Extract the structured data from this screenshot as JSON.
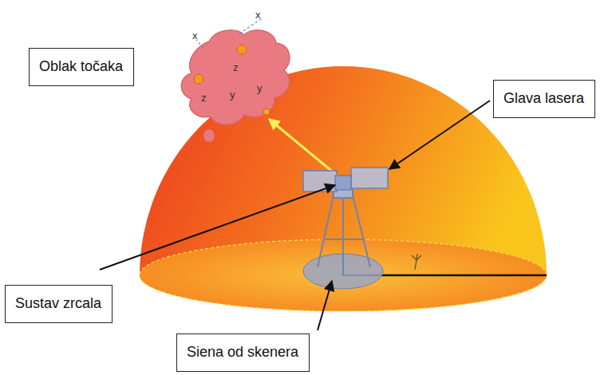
{
  "diagram": {
    "nodes": [
      {
        "text": [
          "Oblak točaka"
        ]
      },
      {
        "text": [
          "Glava lasera"
        ]
      },
      {
        "text": [
          "Sustav zrcala"
        ]
      },
      {
        "text": [
          "Siena od skenera"
        ]
      }
    ],
    "labels": [
      "x",
      "x",
      "z",
      "z",
      "y",
      "y"
    ]
  }
}
